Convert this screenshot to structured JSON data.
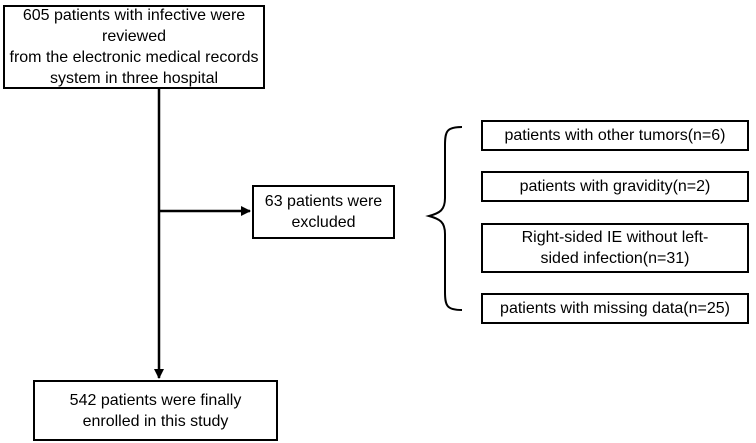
{
  "flow": {
    "start": "605 patients with infective were reviewed\nfrom the electronic medical records\nsystem in three hospital",
    "excluded": "63 patients were\nexcluded",
    "final": "542 patients were finally\nenrolled in this study"
  },
  "exclusion_reasons": [
    "patients with other tumors(n=6)",
    "patients with gravidity(n=2)",
    "Right-sided IE without left-\nsided infection(n=31)",
    "patients with missing data(n=25)"
  ]
}
